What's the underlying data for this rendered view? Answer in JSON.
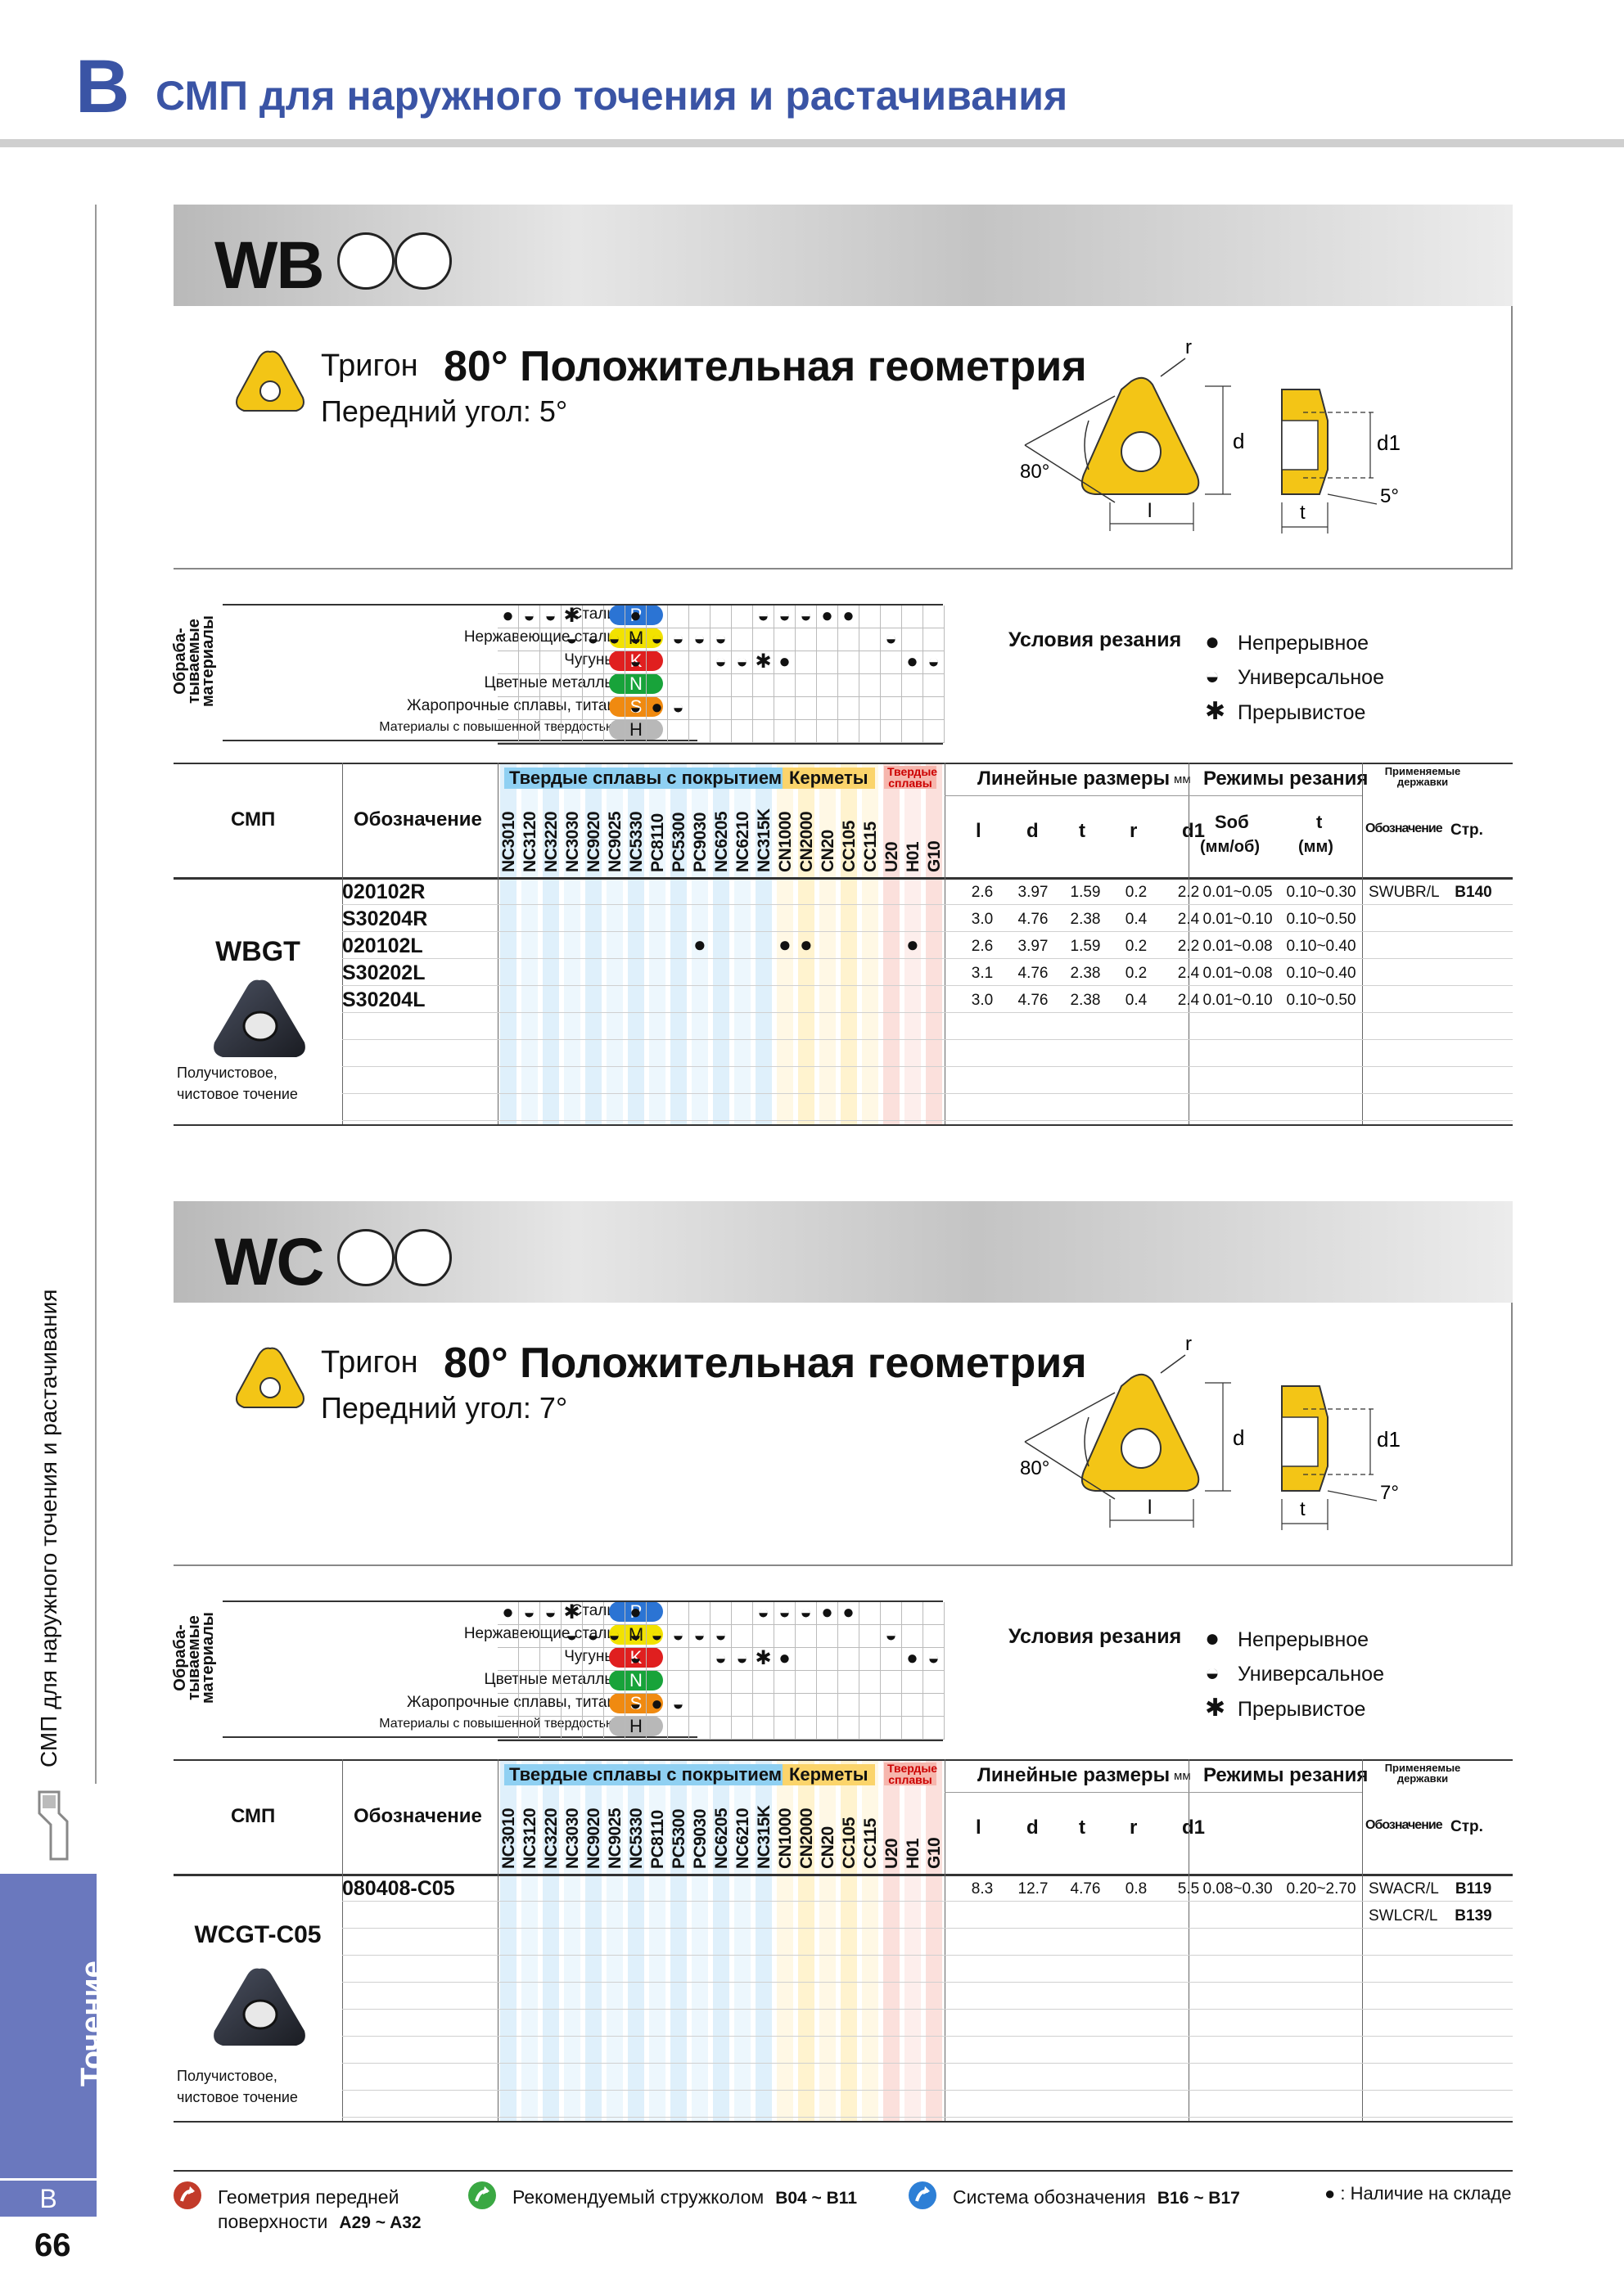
{
  "header": {
    "letter": "B",
    "title": "СМП для наружного точения и растачивания"
  },
  "side": {
    "vertical_text": "СМП для наружного точения и растачивания",
    "tab": "Точение",
    "letter": "B",
    "page": "66"
  },
  "sections": [
    {
      "code": "WB",
      "shape": "Тригон",
      "geometry": "80° Положительная геометрия",
      "rake": "Передний угол: 5°",
      "diagram": {
        "r": "r",
        "d": "d",
        "d1": "d1",
        "angle": "80°",
        "l": "l",
        "t": "t",
        "clearance": "5°"
      },
      "materials": {
        "vertical_label": [
          "Обраба-",
          "тываемые",
          "материалы"
        ],
        "rows": [
          {
            "name": "Стали",
            "code": "P",
            "color": "#2b74d4",
            "text": "#fff"
          },
          {
            "name": "Нержавеющие стали",
            "code": "M",
            "color": "#f2e200",
            "text": "#111"
          },
          {
            "name": "Чугуны",
            "code": "K",
            "color": "#e01f1f",
            "text": "#fff"
          },
          {
            "name": "Цветные металлы",
            "code": "N",
            "color": "#18a33a",
            "text": "#fff"
          },
          {
            "name": "Жаропрочные сплавы, титан",
            "code": "S",
            "color": "#f08a10",
            "text": "#fff"
          },
          {
            "name": "Материалы с повышенной твердостью",
            "code": "H",
            "color": "#b8b8b8",
            "text": "#111"
          }
        ],
        "marks": [
          [
            "●",
            "◒",
            "◒",
            "✱",
            "",
            "",
            "●",
            "",
            "",
            "",
            "",
            "",
            "◒",
            "◒",
            "◒",
            "●",
            "●",
            "",
            "",
            "",
            ""
          ],
          [
            "",
            "",
            "",
            "◒",
            "◒",
            "◒",
            "◒",
            "◒",
            "◒",
            "◒",
            "◒",
            "",
            "",
            "",
            "",
            "",
            "",
            "",
            "◒",
            "",
            ""
          ],
          [
            "",
            "",
            "",
            "",
            "",
            "",
            "◒",
            "",
            "",
            "",
            "◒",
            "◒",
            "✱",
            "●",
            "",
            "",
            "",
            "",
            "",
            "●",
            "◒"
          ],
          [
            "",
            "",
            "",
            "",
            "",
            "",
            "",
            "",
            "",
            "",
            "",
            "",
            "",
            "",
            "",
            "",
            "",
            "",
            "",
            "",
            ""
          ],
          [
            "",
            "",
            "",
            "",
            "",
            "",
            "◒",
            "●",
            "◒",
            "",
            "",
            "",
            "",
            "",
            "",
            "",
            "",
            "",
            "",
            "",
            ""
          ],
          [
            "",
            "",
            "",
            "",
            "",
            "",
            "",
            "",
            "",
            "",
            "",
            "",
            "",
            "",
            "",
            "",
            "",
            "",
            "",
            "",
            ""
          ]
        ]
      },
      "conditions": {
        "title": "Условия резания",
        "items": [
          {
            "icon": "●",
            "label": "Непрерывное"
          },
          {
            "icon": "◒",
            "label": "Универсальное"
          },
          {
            "icon": "✱",
            "label": "Прерывистое"
          }
        ]
      },
      "table_header": {
        "smp": "СМП",
        "designation": "Обозначение",
        "coated": "Твердые сплавы с покрытием",
        "cermets": "Керметы",
        "hard": "Твердые сплавы",
        "grades": [
          "NC3010",
          "NC3120",
          "NC3220",
          "NC3030",
          "NC9020",
          "NC9025",
          "NC5330",
          "PC8110",
          "PC5300",
          "PC9030",
          "NC6205",
          "NC6210",
          "NC315K",
          "CN1000",
          "CN2000",
          "CN20",
          "CC105",
          "CC115",
          "U20",
          "H01",
          "G10"
        ],
        "linear": "Линейные размеры",
        "mm": "мм",
        "dims": [
          "l",
          "d",
          "t",
          "r",
          "d1"
        ],
        "modes": "Режимы резания",
        "sob": "Sоб",
        "sob_unit": "(мм/об)",
        "t": "t",
        "t_unit": "(мм)",
        "holders": "Применяемые державки",
        "holder_col": "Обозначение",
        "page_col": "Стр."
      },
      "insert": {
        "name": "WBGT",
        "note": [
          "Получистовое,",
          "чистовое точение"
        ]
      },
      "rows": [
        {
          "des": "020102R",
          "dots": [],
          "dims": [
            "2.6",
            "3.97",
            "1.59",
            "0.2",
            "2.2"
          ],
          "sob": "0.01~0.05",
          "t": "0.10~0.30",
          "holder": "SWUBR/L",
          "page": "B140"
        },
        {
          "des": "S30204R",
          "dots": [],
          "dims": [
            "3.0",
            "4.76",
            "2.38",
            "0.4",
            "2.4"
          ],
          "sob": "0.01~0.10",
          "t": "0.10~0.50",
          "holder": "",
          "page": ""
        },
        {
          "des": "020102L",
          "dots": [
            9,
            13,
            14,
            19
          ],
          "dims": [
            "2.6",
            "3.97",
            "1.59",
            "0.2",
            "2.2"
          ],
          "sob": "0.01~0.08",
          "t": "0.10~0.40",
          "holder": "",
          "page": ""
        },
        {
          "des": "S30202L",
          "dots": [],
          "dims": [
            "3.1",
            "4.76",
            "2.38",
            "0.2",
            "2.4"
          ],
          "sob": "0.01~0.08",
          "t": "0.10~0.40",
          "holder": "",
          "page": ""
        },
        {
          "des": "S30204L",
          "dots": [],
          "dims": [
            "3.0",
            "4.76",
            "2.38",
            "0.4",
            "2.4"
          ],
          "sob": "0.01~0.10",
          "t": "0.10~0.50",
          "holder": "",
          "page": ""
        }
      ]
    },
    {
      "code": "WC",
      "shape": "Тригон",
      "geometry": "80° Положительная геометрия",
      "rake": "Передний угол: 7°",
      "diagram": {
        "r": "r",
        "d": "d",
        "d1": "d1",
        "angle": "80°",
        "l": "l",
        "t": "t",
        "clearance": "7°"
      },
      "materials": {
        "vertical_label": [
          "Обраба-",
          "тываемые",
          "материалы"
        ],
        "rows": [
          {
            "name": "Стали",
            "code": "P",
            "color": "#2b74d4",
            "text": "#fff"
          },
          {
            "name": "Нержавеющие стали",
            "code": "M",
            "color": "#f2e200",
            "text": "#111"
          },
          {
            "name": "Чугуны",
            "code": "K",
            "color": "#e01f1f",
            "text": "#fff"
          },
          {
            "name": "Цветные металлы",
            "code": "N",
            "color": "#18a33a",
            "text": "#fff"
          },
          {
            "name": "Жаропрочные сплавы, титан",
            "code": "S",
            "color": "#f08a10",
            "text": "#fff"
          },
          {
            "name": "Материалы с повышенной твердостью",
            "code": "H",
            "color": "#b8b8b8",
            "text": "#111"
          }
        ],
        "marks": [
          [
            "●",
            "◒",
            "◒",
            "✱",
            "",
            "",
            "●",
            "",
            "",
            "",
            "",
            "",
            "◒",
            "◒",
            "◒",
            "●",
            "●",
            "",
            "",
            "",
            ""
          ],
          [
            "",
            "",
            "",
            "◒",
            "◒",
            "◒",
            "◒",
            "◒",
            "◒",
            "◒",
            "◒",
            "",
            "",
            "",
            "",
            "",
            "",
            "",
            "◒",
            "",
            ""
          ],
          [
            "",
            "",
            "",
            "",
            "",
            "",
            "◒",
            "",
            "",
            "",
            "◒",
            "◒",
            "✱",
            "●",
            "",
            "",
            "",
            "",
            "",
            "●",
            "◒"
          ],
          [
            "",
            "",
            "",
            "",
            "",
            "",
            "",
            "",
            "",
            "",
            "",
            "",
            "",
            "",
            "",
            "",
            "",
            "",
            "",
            "",
            ""
          ],
          [
            "",
            "",
            "",
            "",
            "",
            "",
            "◒",
            "●",
            "◒",
            "",
            "",
            "",
            "",
            "",
            "",
            "",
            "",
            "",
            "",
            "",
            ""
          ],
          [
            "",
            "",
            "",
            "",
            "",
            "",
            "",
            "",
            "",
            "",
            "",
            "",
            "",
            "",
            "",
            "",
            "",
            "",
            "",
            "",
            ""
          ]
        ]
      },
      "conditions": {
        "title": "Условия резания",
        "items": [
          {
            "icon": "●",
            "label": "Непрерывное"
          },
          {
            "icon": "◒",
            "label": "Универсальное"
          },
          {
            "icon": "✱",
            "label": "Прерывистое"
          }
        ]
      },
      "table_header": {
        "smp": "СМП",
        "designation": "Обозначение",
        "coated": "Твердые сплавы с покрытием",
        "cermets": "Керметы",
        "hard": "Твердые сплавы",
        "grades": [
          "NC3010",
          "NC3120",
          "NC3220",
          "NC3030",
          "NC9020",
          "NC9025",
          "NC5330",
          "PC8110",
          "PC5300",
          "PC9030",
          "NC6205",
          "NC6210",
          "NC315K",
          "CN1000",
          "CN2000",
          "CN20",
          "CC105",
          "CC115",
          "U20",
          "H01",
          "G10"
        ],
        "linear": "Линейные размеры",
        "mm": "мм",
        "dims": [
          "l",
          "d",
          "t",
          "r",
          "d1"
        ],
        "modes": "Режимы резания",
        "sob": "",
        "sob_unit": "",
        "t": "",
        "t_unit": "",
        "holders": "Применяемые державки",
        "holder_col": "Обозначение",
        "page_col": "Стр."
      },
      "insert": {
        "name": "WCGT-C05",
        "note": [
          "Получистовое,",
          "чистовое точение"
        ]
      },
      "rows": [
        {
          "des": "080408-C05",
          "dots": [],
          "dims": [
            "8.3",
            "12.7",
            "4.76",
            "0.8",
            "5.5"
          ],
          "sob": "0.08~0.30",
          "t": "0.20~2.70",
          "holder": "SWACR/L",
          "page": "B119"
        },
        {
          "des": "",
          "dots": [],
          "dims": [
            "",
            "",
            "",
            "",
            ""
          ],
          "sob": "",
          "t": "",
          "holder": "SWLCR/L",
          "page": "B139"
        }
      ]
    }
  ],
  "footer": [
    {
      "text": "Геометрия передней поверхности",
      "ref": "A29 ~ A32",
      "color": "#c23b2a"
    },
    {
      "text": "Рекомендуемый стружколом",
      "ref": "B04 ~ B11",
      "color": "#3aa843"
    },
    {
      "text": "Система обозначения",
      "ref": "B16 ~ B17",
      "color": "#2d7fd6"
    }
  ],
  "stock_note": "● : Наличие на складе"
}
